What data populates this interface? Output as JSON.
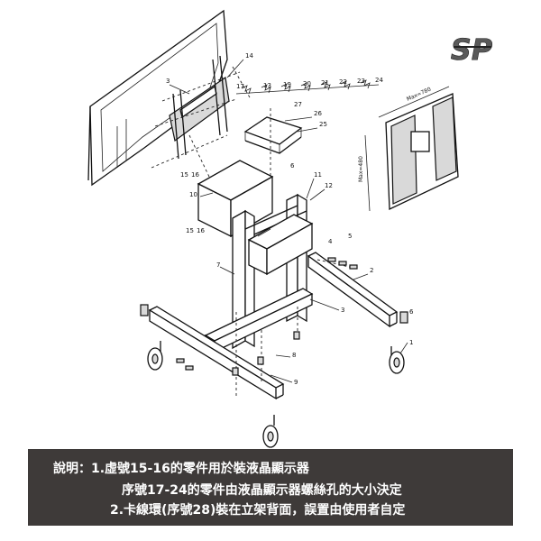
{
  "logo": {
    "text": "SP"
  },
  "callouts": {
    "n1": "1",
    "n2": "2",
    "n3": "3",
    "n3b": "3",
    "n4": "4",
    "n5": "5",
    "n6": "6",
    "n6b": "6",
    "n7": "7",
    "n8": "8",
    "n9": "9",
    "n10": "10",
    "n11": "11",
    "n12": "12",
    "n14": "14",
    "n15a": "15",
    "n16a": "16",
    "n15b": "15",
    "n16b": "16",
    "n25": "25",
    "n26": "26",
    "n27": "27",
    "n17": "17",
    "n13": "13",
    "n19": "19",
    "n20": "20",
    "n21": "21",
    "n22": "22",
    "n23": "23",
    "n24": "24"
  },
  "dimensions": {
    "width": "Max=780",
    "height": "Max=480"
  },
  "notes": {
    "line1": "說明：1.虛號15-16的零件用於裝液晶顯示器",
    "line2": "序號17-24的零件由液晶顯示器螺絲孔的大小決定",
    "line3": "2.卡線環(序號28)裝在立架背面，誤置由使用者自定"
  }
}
